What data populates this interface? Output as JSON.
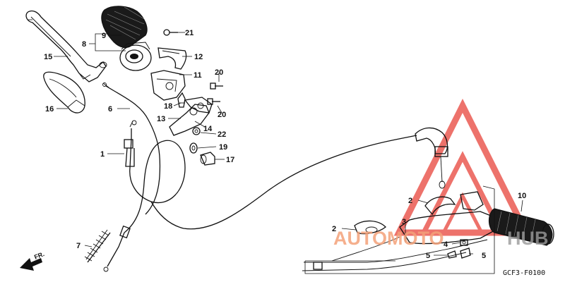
{
  "watermark": {
    "brand_left": "AUTOMOTO",
    "brand_right": "HUB",
    "logo_color": "#e8443a"
  },
  "direction": "FR.",
  "diagram_code": "GCF3-F0100",
  "callouts": {
    "c1": "1",
    "c2a": "2",
    "c2b": "2",
    "c3": "3",
    "c4": "4",
    "c5a": "5",
    "c5b": "5",
    "c6": "6",
    "c7": "7",
    "c8": "8",
    "c9": "9",
    "c10": "10",
    "c11": "11",
    "c12": "12",
    "c13": "13",
    "c14": "14",
    "c15": "15",
    "c16": "16",
    "c17": "17",
    "c18": "18",
    "c19": "19",
    "c20a": "20",
    "c20b": "20",
    "c21": "21",
    "c22": "22"
  }
}
